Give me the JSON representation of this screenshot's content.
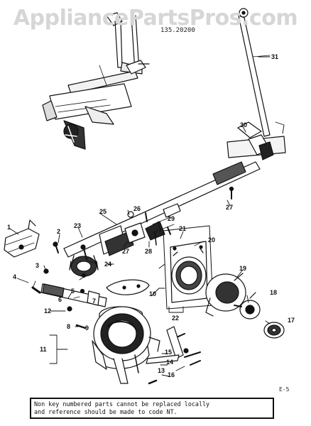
{
  "watermark": "AppliancePartsPros.com",
  "diagram_code": "135.20200",
  "page_code": "E-5",
  "note": {
    "line1": "Non key numbered parts cannot be replaced locally",
    "line2": "and reference should be made to code NT."
  },
  "callouts": [
    "1",
    "2",
    "3",
    "4",
    "5",
    "6",
    "7",
    "8",
    "9",
    "10",
    "11",
    "12",
    "13",
    "14",
    "15",
    "16",
    "17",
    "18",
    "19",
    "20",
    "21",
    "22",
    "23",
    "24",
    "25",
    "26",
    "27",
    "27",
    "28",
    "29",
    "30",
    "31"
  ],
  "colors": {
    "ink": "#111111",
    "paper": "#ffffff",
    "watermark": "#d6d6d6"
  }
}
